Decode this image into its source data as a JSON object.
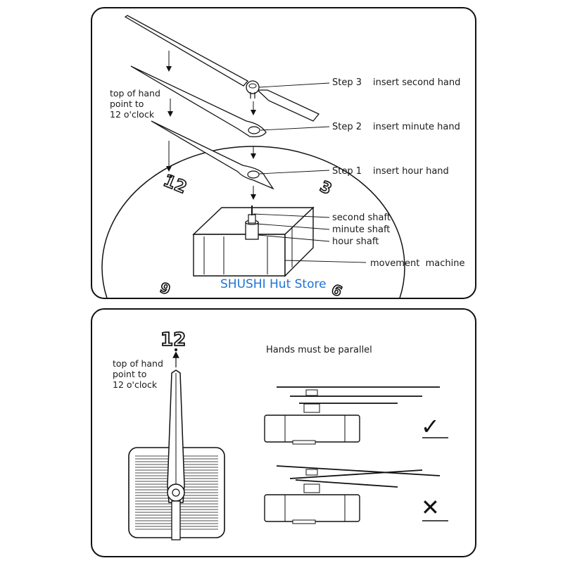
{
  "top_panel": {
    "steps": [
      {
        "step": "Step 3",
        "action": "insert second hand"
      },
      {
        "step": "Step 2",
        "action": "insert minute hand"
      },
      {
        "step": "Step 1",
        "action": "insert hour hand"
      }
    ],
    "parts": {
      "second_shaft": "second shaft",
      "minute_shaft": "minute shaft",
      "hour_shaft": "hour shaft",
      "movement_machine": "movement  machine"
    },
    "note": [
      "top of hand",
      "point to",
      "12 o'clock"
    ],
    "dial_numbers": {
      "twelve": "12",
      "three": "3",
      "six": "6",
      "nine": "9"
    }
  },
  "watermark": "SHUSHI Hut Store",
  "bottom_panel": {
    "number_twelve": "12",
    "note": [
      "top of hand",
      "point to",
      "12 o'clock"
    ],
    "parallel_text": "Hands must be parallel",
    "correct_mark": "✓",
    "wrong_mark": "✕"
  }
}
